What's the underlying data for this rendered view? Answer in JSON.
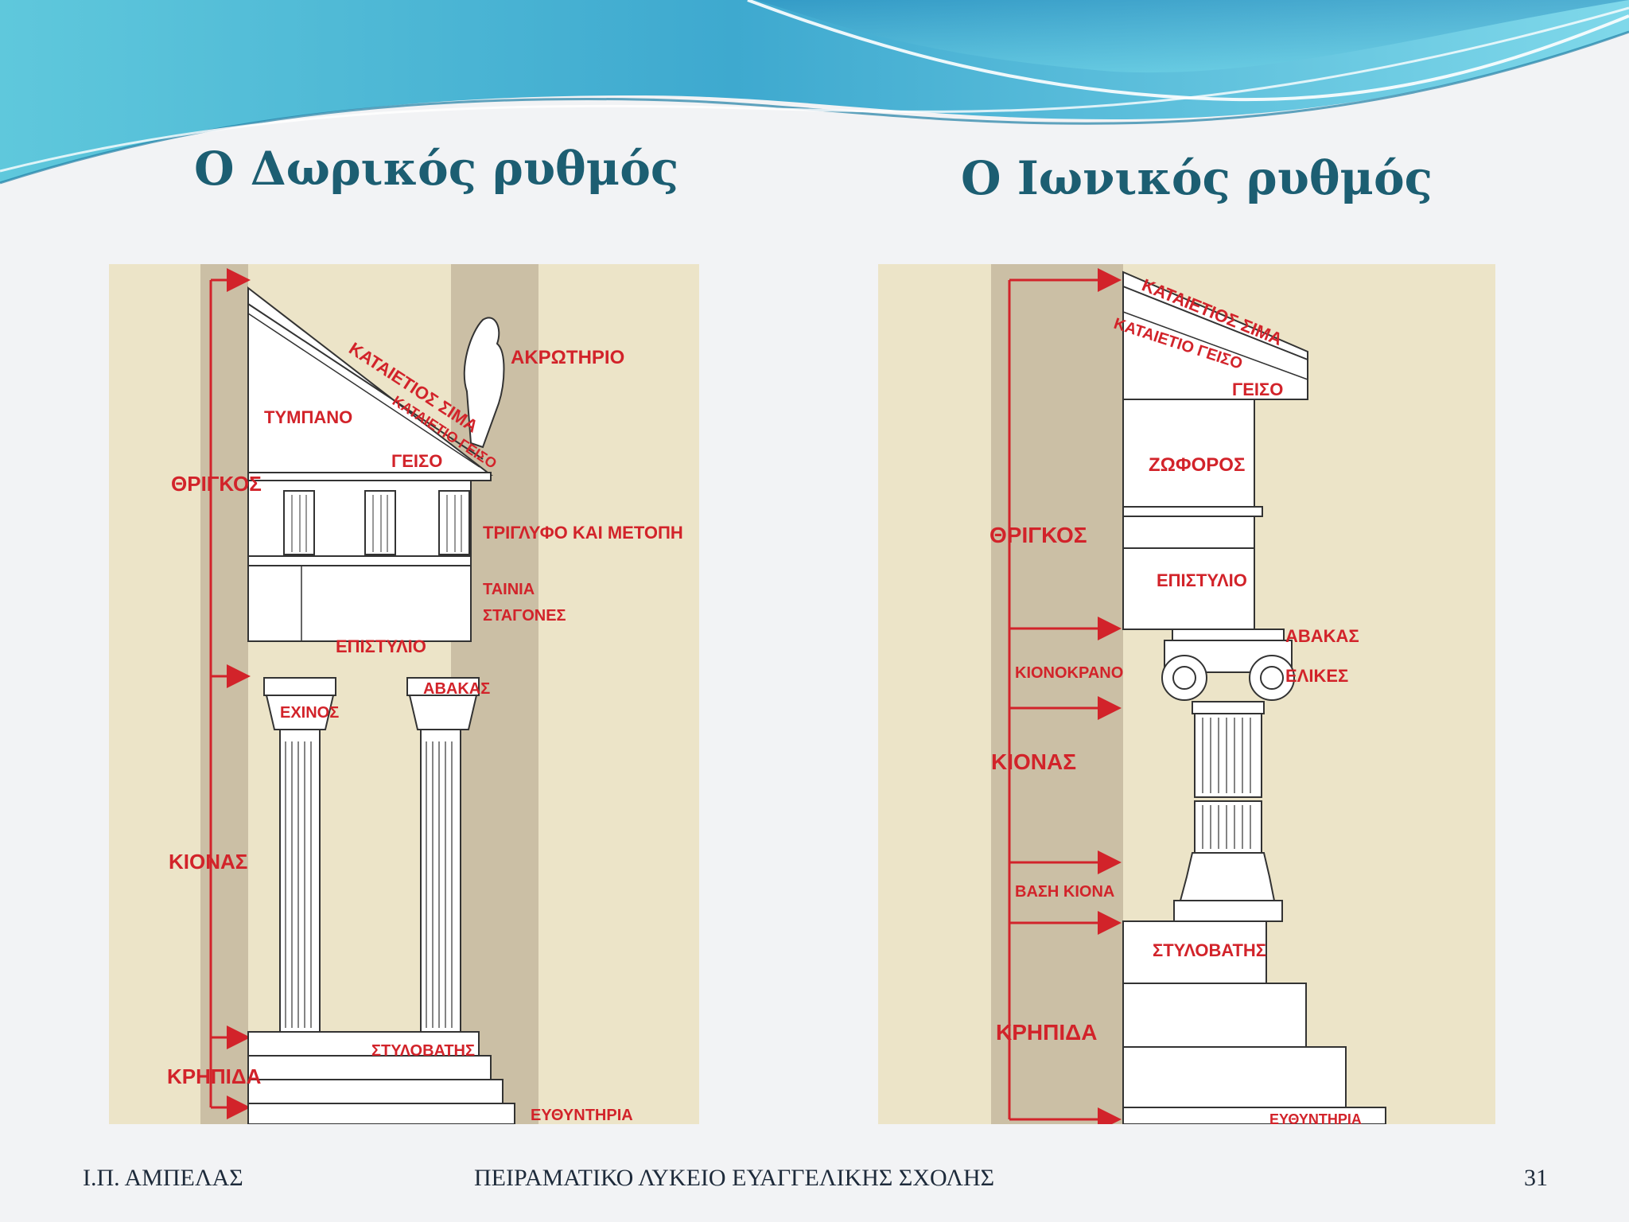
{
  "slide": {
    "title_left": "Ο Δωρικός ρυθμός",
    "title_right": "Ο Ιωνικός ρυθμός"
  },
  "doric": {
    "labels": {
      "akrotirio": "ΑΚΡΩΤΗΡΙΟ",
      "kataietios_sima": "ΚΑΤΑΙΕΤΙΟΣ ΣΙΜΑ",
      "kataietio_geiso": "ΚΑΤΑΙΕΤΙΟ ΓΕΙΣΟ",
      "tympano": "ΤΥΜΠΑΝΟ",
      "geiso": "ΓΕΙΣΟ",
      "thrigkos": "ΘΡΙΓΚΟΣ",
      "triglyfo": "ΤΡΙΓΛΥΦΟ ΚΑΙ ΜΕΤΟΠΗ",
      "tainia": "ΤΑΙΝΙΑ",
      "stagones": "ΣΤΑΓΟΝΕΣ",
      "epistylio": "ΕΠΙΣΤΥΛΙΟ",
      "echinos": "ΕΧΙΝΟΣ",
      "abakas": "ΑΒΑΚΑΣ",
      "kionas": "ΚΙΟΝΑΣ",
      "stylovatis": "ΣΤΥΛΟΒΑΤΗΣ",
      "krepida": "ΚΡΗΠΙΔΑ",
      "efthynteria": "ΕΥΘΥΝΤΗΡΙΑ"
    }
  },
  "ionic": {
    "labels": {
      "kataietios_sima": "ΚΑΤΑΙΕΤΙΟΣ ΣΙΜΑ",
      "kataietio_geiso": "ΚΑΤΑΙΕΤΙΟ ΓΕΙΣΟ",
      "geiso": "ΓΕΙΣΟ",
      "zoforos": "ΖΩΦΟΡΟΣ",
      "thrigkos": "ΘΡΙΓΚΟΣ",
      "epistylio": "ΕΠΙΣΤΥΛΙΟ",
      "abakas": "ΑΒΑΚΑΣ",
      "elikes": "ΕΛΙΚΕΣ",
      "kionokrano": "ΚΙΟΝΟΚΡΑΝΟ",
      "kionas": "ΚΙΟΝΑΣ",
      "vasi_kiona": "ΒΑΣΗ ΚΙΟΝΑ",
      "stylovatis": "ΣΤΥΛΟΒΑΤΗΣ",
      "krepida": "ΚΡΗΠΙΔΑ",
      "efthynteria": "ΕΥΘΥΝΤΗΡΙΑ"
    }
  },
  "footer": {
    "author": "Ι.Π. ΑΜΠΕΛΑΣ",
    "school": "ΠΕΙΡΑΜΑΤΙΚΟ ΛΥΚΕΙΟ ΕΥΑΓΓΕΛΙΚΗΣ ΣΧΟΛΗΣ",
    "page": "31"
  },
  "colors": {
    "title": "#1c5e72",
    "label_red": "#d2232a",
    "panel_bg": "#ece4c8",
    "shadow_band": "#cbbfa5",
    "wave_blue": "#5ec9df"
  }
}
